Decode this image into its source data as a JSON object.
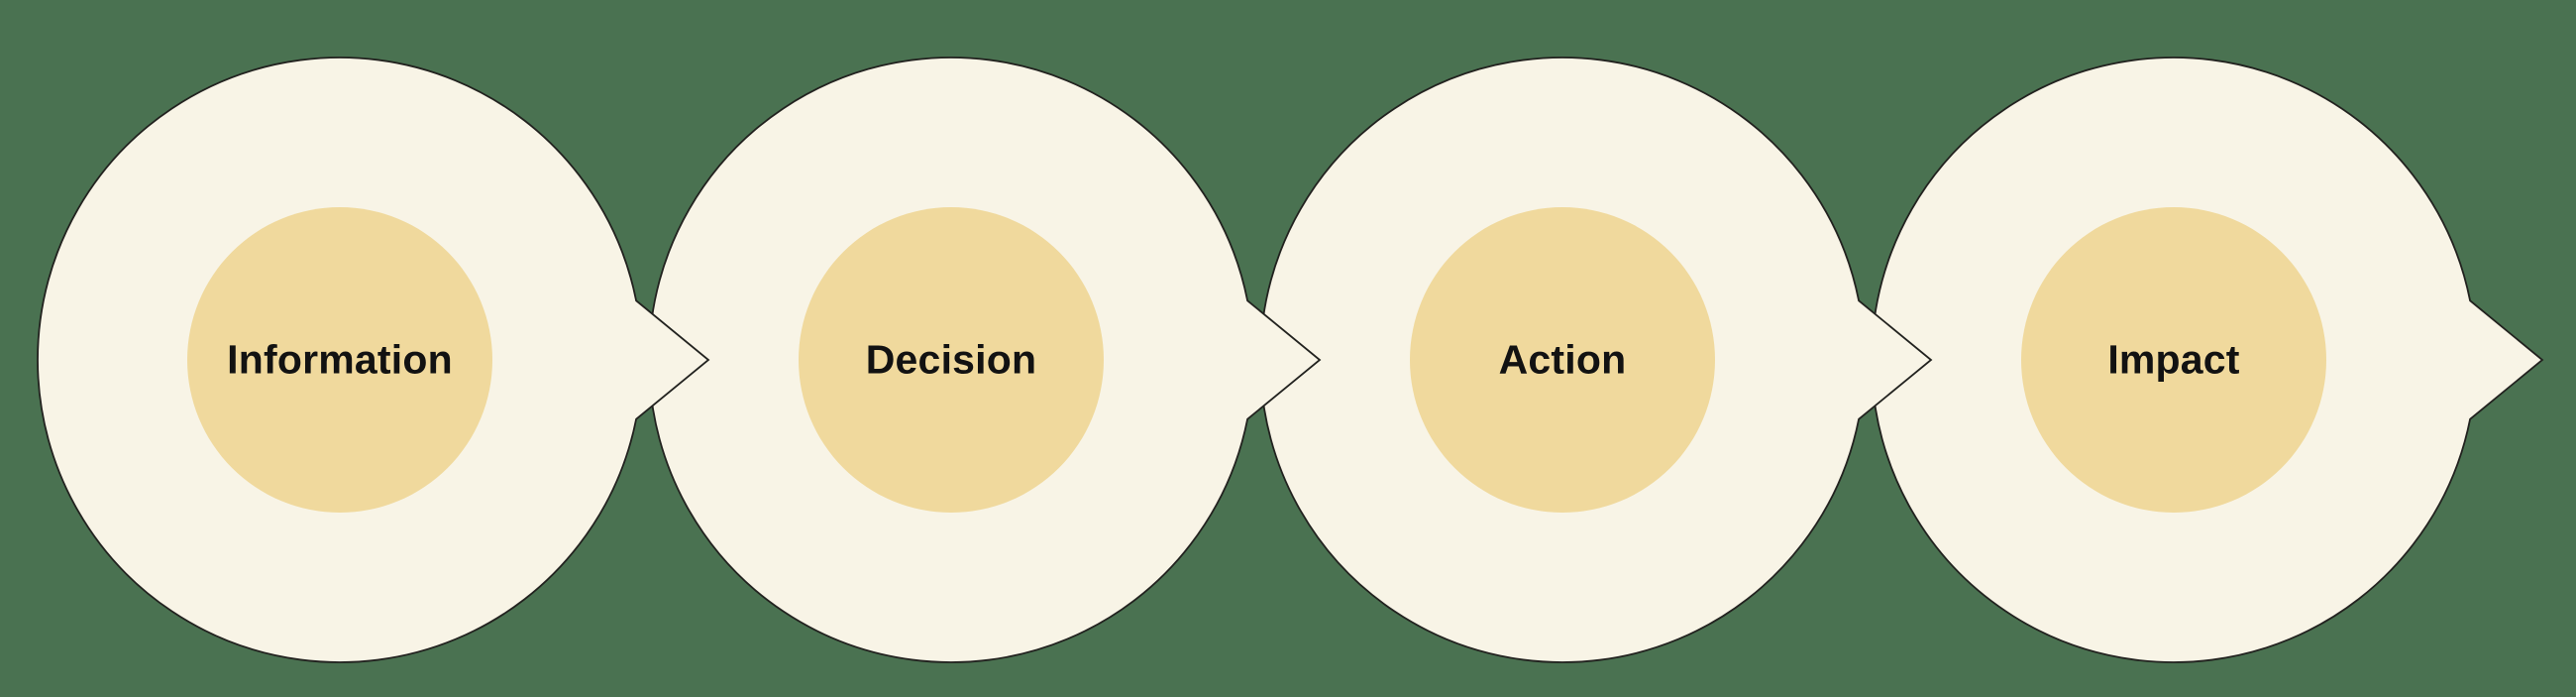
{
  "diagram": {
    "type": "process-flow",
    "direction": "left-to-right",
    "steps": [
      {
        "id": "information",
        "label": "Information"
      },
      {
        "id": "decision",
        "label": "Decision"
      },
      {
        "id": "action",
        "label": "Action"
      },
      {
        "id": "impact",
        "label": "Impact"
      }
    ],
    "connector": "arrow-tail-right",
    "colors": {
      "background": "#4a7251",
      "bubble_fill": "#f8f4e6",
      "inner_circle_fill": "#f0d99d",
      "outline": "#22221f",
      "label_text": "#121212"
    }
  }
}
